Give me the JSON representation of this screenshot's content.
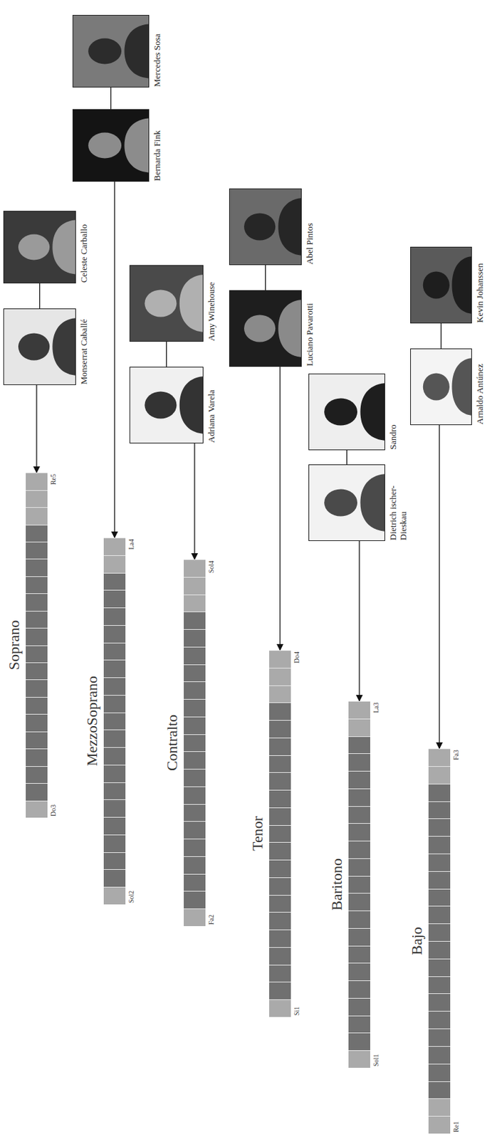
{
  "diagram": {
    "nodes": [
      {
        "text": [
          "Soprano",
          "Do3",
          "Re5"
        ]
      },
      {
        "text": [
          "Monserrat Caballé"
        ]
      },
      {
        "text": [
          "Celeste Carballo"
        ]
      },
      {
        "text": [
          "MezzoSoprano",
          "Sol2",
          "La4"
        ]
      },
      {
        "text": [
          "Bernarda Fink"
        ]
      },
      {
        "text": [
          "Mercedes Sosa"
        ]
      },
      {
        "text": [
          "Contralto",
          "Fa2",
          "Sol4"
        ]
      },
      {
        "text": [
          "Adriana Varela"
        ]
      },
      {
        "text": [
          "Amy Winehouse"
        ]
      },
      {
        "text": [
          "Tenor",
          "Si1",
          "Do4"
        ]
      },
      {
        "text": [
          "Luciano Pavarotti"
        ]
      },
      {
        "text": [
          "Abel Pintos"
        ]
      },
      {
        "text": [
          "Baritono",
          "Sol1",
          "La3"
        ]
      },
      {
        "text": [
          "Dietrich ischer-Dieskau"
        ]
      },
      {
        "text": [
          "Sandro"
        ]
      },
      {
        "text": [
          "Bajo",
          "Re1",
          "Fa3"
        ]
      },
      {
        "text": [
          "Arnaldo Antúnez"
        ]
      },
      {
        "text": [
          "Kevin Johanssen"
        ]
      }
    ],
    "edges": [
      {
        "from": 1,
        "to": 0,
        "arrow": "to"
      },
      {
        "from": 1,
        "to": 2,
        "arrow": "none"
      },
      {
        "from": 4,
        "to": 3,
        "arrow": "to"
      },
      {
        "from": 4,
        "to": 5,
        "arrow": "none"
      },
      {
        "from": 7,
        "to": 6,
        "arrow": "to"
      },
      {
        "from": 7,
        "to": 8,
        "arrow": "none"
      },
      {
        "from": 10,
        "to": 9,
        "arrow": "to"
      },
      {
        "from": 10,
        "to": 11,
        "arrow": "none"
      },
      {
        "from": 13,
        "to": 12,
        "arrow": "to"
      },
      {
        "from": 13,
        "to": 14,
        "arrow": "none"
      },
      {
        "from": 16,
        "to": 15,
        "arrow": "to"
      },
      {
        "from": 16,
        "to": 17,
        "arrow": "none"
      }
    ]
  }
}
